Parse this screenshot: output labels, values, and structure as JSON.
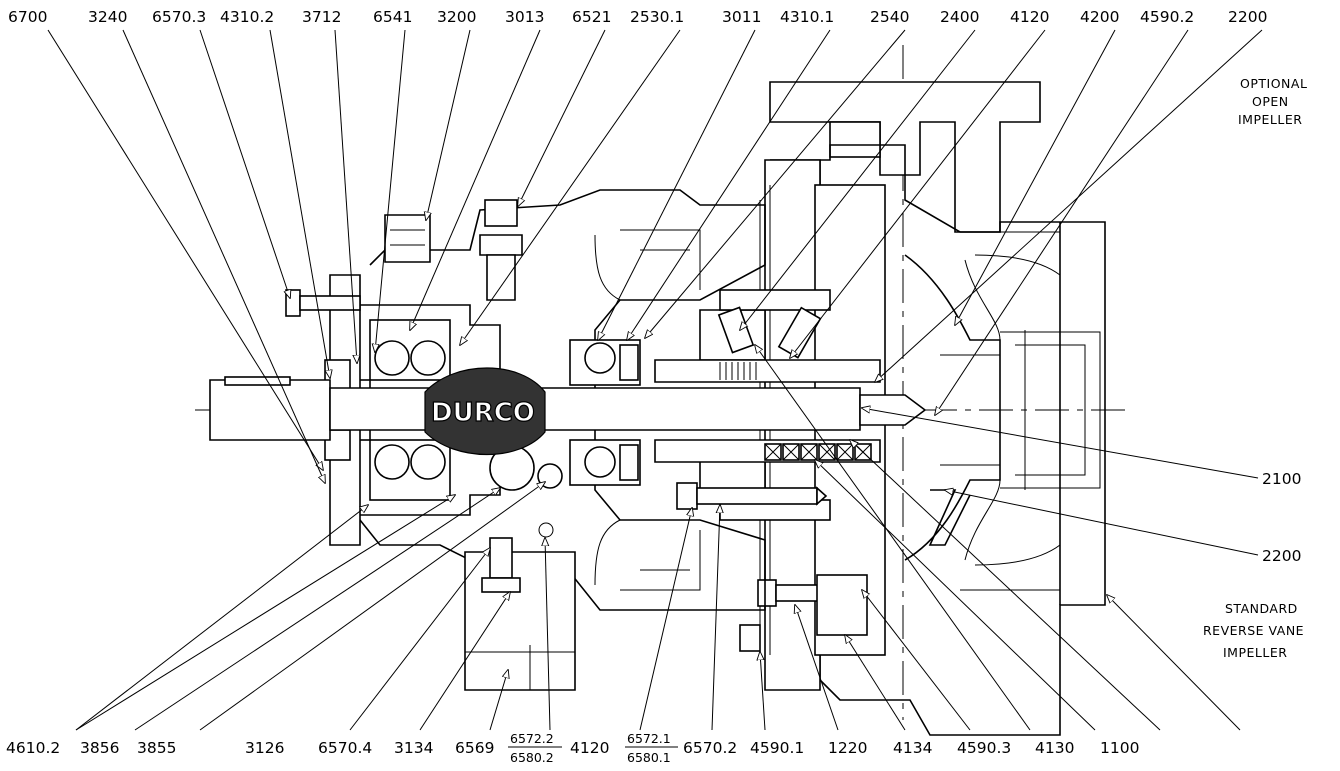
{
  "top_labels": [
    "6700",
    "3240",
    "6570.3",
    "4310.2",
    "3712",
    "6541",
    "3200",
    "3013",
    "6521",
    "2530.1",
    "3011",
    "4310.1",
    "2540",
    "2400",
    "4120",
    "4200",
    "4590.2",
    "2200"
  ],
  "bottom_labels": {
    "l1": "4610.2",
    "l2": "3856",
    "l3": "3855",
    "l4": "3126",
    "l5": "6570.4",
    "l6": "3134",
    "l7": "6569",
    "frac1_num": "6572.2",
    "frac1_den": "6580.2",
    "l8": "4120",
    "frac2_num": "6572.1",
    "frac2_den": "6580.1",
    "l9": "6570.2",
    "l10": "4590.1",
    "l11": "1220",
    "l12": "4134",
    "l13": "4590.3",
    "l14": "4130",
    "l15": "1100"
  },
  "right_labels": {
    "r1": "2100",
    "r2": "2200"
  },
  "notes": {
    "optional_line1": "OPTIONAL",
    "optional_line2": "OPEN",
    "optional_line3": "IMPELLER",
    "standard_line1": "STANDARD",
    "standard_line2": "REVERSE VANE",
    "standard_line3": "IMPELLER"
  },
  "logo_text": "DURCO"
}
